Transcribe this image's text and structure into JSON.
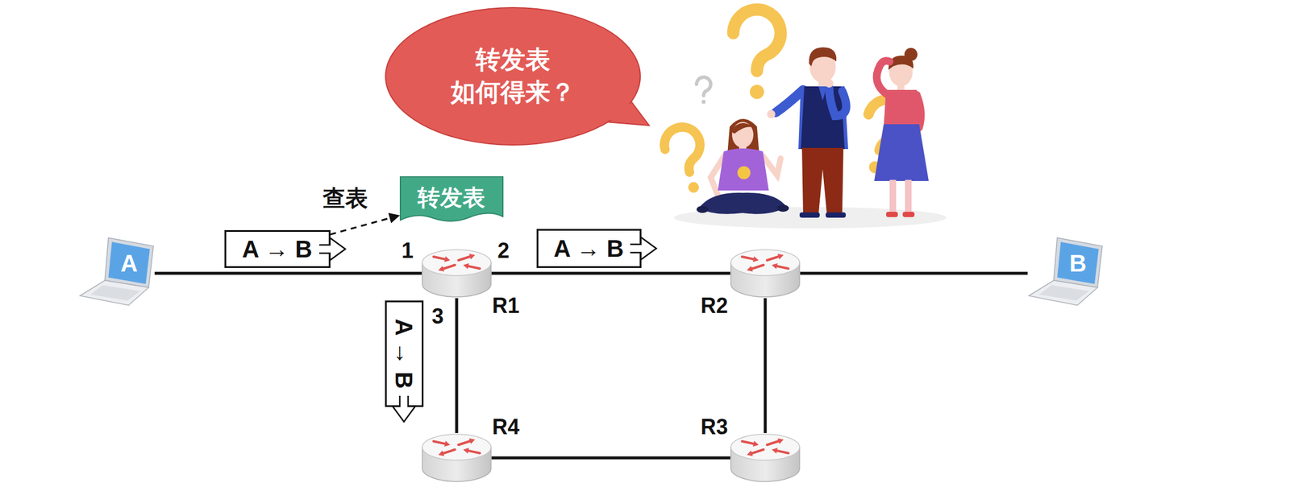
{
  "diagram": {
    "nodes": [
      {
        "text": [
          "转发表 如何得来？"
        ]
      },
      {
        "text": [
          "转发表"
        ]
      },
      {
        "text": [
          "A"
        ]
      },
      {
        "text": [
          "A → B"
        ]
      },
      {
        "text": [
          "R1"
        ]
      },
      {
        "text": [
          "A → B"
        ]
      },
      {
        "text": [
          "R2"
        ]
      },
      {
        "text": [
          "B"
        ]
      },
      {
        "text": [
          "A → B"
        ]
      },
      {
        "text": [
          "R4"
        ]
      },
      {
        "text": [
          "R3"
        ]
      }
    ],
    "edges": [
      {
        "from": 3,
        "to": 1,
        "arrow": "to",
        "label": "查表"
      },
      {
        "from": 2,
        "to": 4,
        "arrow": "none"
      },
      {
        "from": 4,
        "to": 6,
        "arrow": "none"
      },
      {
        "from": 6,
        "to": 7,
        "arrow": "none"
      },
      {
        "from": 4,
        "to": 9,
        "arrow": "none"
      },
      {
        "from": 9,
        "to": 10,
        "arrow": "none"
      },
      {
        "from": 10,
        "to": 6,
        "arrow": "none"
      }
    ],
    "labels": [
      "1",
      "2",
      "3"
    ]
  }
}
